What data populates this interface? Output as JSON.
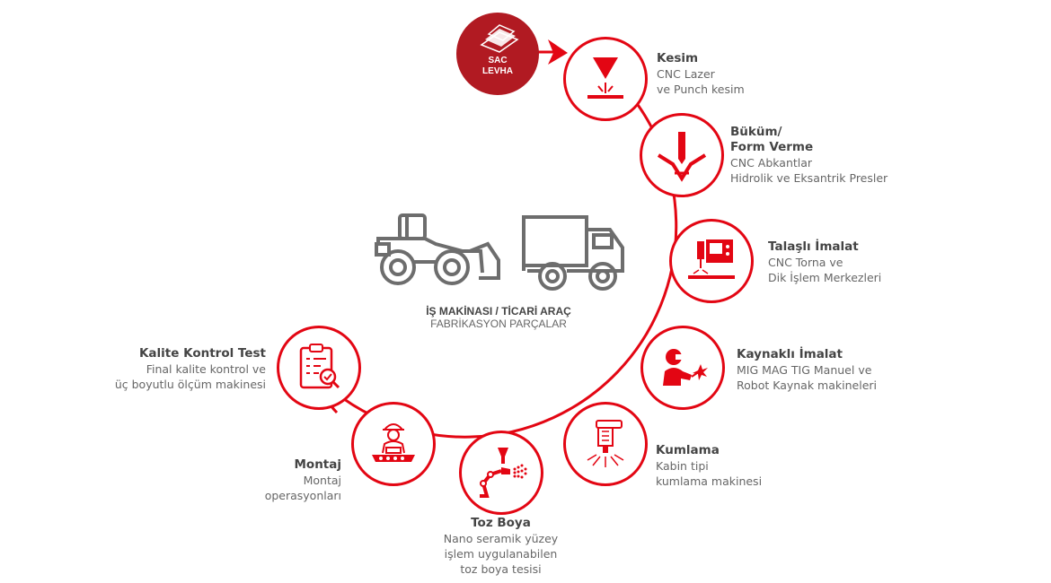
{
  "start": {
    "line1": "SAC",
    "line2": "LEVHA"
  },
  "center": {
    "title": "İŞ MAKİNASI / TİCARİ ARAÇ",
    "subtitle": "FABRİKASYON PARÇALAR"
  },
  "steps": [
    {
      "title": "Kesim",
      "line1": "CNC Lazer",
      "line2": "ve Punch kesim",
      "line3": ""
    },
    {
      "title": "Büküm/",
      "title2": "Form Verme",
      "line1": "CNC Abkantlar",
      "line2": "Hidrolik ve Eksantrik Presler",
      "line3": ""
    },
    {
      "title": "Talaşlı İmalat",
      "line1": "CNC Torna ve",
      "line2": "Dik İşlem Merkezleri",
      "line3": ""
    },
    {
      "title": "Kaynaklı İmalat",
      "line1": "MIG MAG TIG Manuel ve",
      "line2": "Robot Kaynak makineleri",
      "line3": ""
    },
    {
      "title": "Kumlama",
      "line1": "Kabin tipi",
      "line2": "kumlama makinesi",
      "line3": ""
    },
    {
      "title": "Toz Boya",
      "line1": "Nano seramik yüzey",
      "line2": "işlem uygulanabilen",
      "line3": "toz boya tesisi"
    },
    {
      "title": "Montaj",
      "line1": "Montaj",
      "line2": "operasyonları",
      "line3": ""
    },
    {
      "title": "Kalite Kontrol Test",
      "line1": "Final kalite kontrol ve",
      "line2": "üç boyutlu ölçüm makinesi",
      "line3": ""
    }
  ],
  "colors": {
    "accent": "#e30613",
    "start_fill": "#b11a22",
    "vehicle": "#6d6d6d"
  },
  "icons": [
    "plate-icon",
    "laser-cut-icon",
    "press-brake-icon",
    "cnc-machine-icon",
    "welder-icon",
    "sandblast-gun-icon",
    "paint-robot-icon",
    "assembly-worker-icon",
    "checklist-icon",
    "wheel-loader-icon",
    "truck-icon"
  ]
}
